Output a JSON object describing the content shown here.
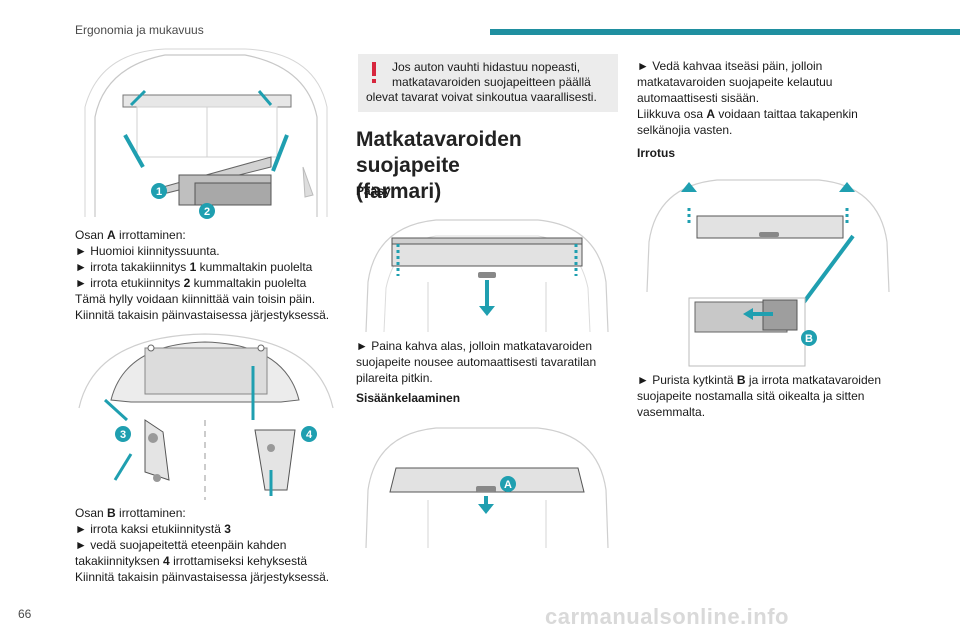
{
  "header": {
    "title": "Ergonomia ja mukavuus"
  },
  "page_number": "66",
  "watermark": "carmanualsonline.info",
  "left": {
    "p1": {
      "line1_pre": "Osan ",
      "line1_bold": "A",
      "line1_post": " irrottaminen:",
      "line2": "► Huomioi kiinnityssuunta.",
      "line3_pre": "► irrota takakiinnitys ",
      "line3_bold": "1",
      "line3_post": " kummaltakin puolelta",
      "line4_pre": "► irrota etukiinnitys ",
      "line4_bold": "2",
      "line4_post": " kummaltakin puolelta",
      "line5": "Tämä hylly voidaan kiinnittää vain toisin päin.",
      "line6": "Kiinnitä takaisin päinvastaisessa järjestyksessä."
    },
    "p2": {
      "line1_pre": "Osan ",
      "line1_bold": "B",
      "line1_post": " irrottaminen:",
      "line2_pre": "► irrota kaksi etukiinnitystä ",
      "line2_bold": "3",
      "line3": "► vedä suojapeitettä eteenpäin kahden",
      "line4_pre": "takakiinnityksen ",
      "line4_bold": "4",
      "line4_post": " irrottamiseksi kehyksestä",
      "line5": "Kiinnitä takaisin päinvastaisessa järjestyksessä."
    },
    "fig1_callouts": [
      "1",
      "2"
    ],
    "fig2_callouts": [
      "3",
      "4"
    ]
  },
  "middle": {
    "warning": {
      "line1": "Jos auton vauhti hidastuu nopeasti,",
      "line2": "matkatavaroiden suojapeitteen päällä",
      "line3": "olevat tavarat voivat sinkoutua vaarallisesti."
    },
    "section_title_1": "Matkatavaroiden suojapeite",
    "section_title_2": "(farmari)",
    "sub1": "Pääsy",
    "p1": {
      "line1": "► Paina kahva alas, jolloin matkatavaroiden",
      "line2": "suojapeite nousee automaattisesti tavaratilan",
      "line3": "pilareita pitkin."
    },
    "sub2": "Sisäänkelaaminen",
    "fig4_callout": "A"
  },
  "right": {
    "p1": {
      "line1": "► Vedä kahvaa itseäsi päin, jolloin",
      "line2": "matkatavaroiden suojapeite kelautuu",
      "line3": "automaattisesti sisään.",
      "line4_pre": "Liikkuva osa ",
      "line4_bold": "A",
      "line4_post": " voidaan taittaa takapenkin",
      "line5": "selkänojia vasten."
    },
    "sub1": "Irrotus",
    "p2": {
      "line1_pre": "► Purista kytkintä ",
      "line1_bold": "B",
      "line1_post": " ja irrota matkatavaroiden",
      "line2": "suojapeite nostamalla sitä oikealta ja sitten",
      "line3": "vasemmalta."
    },
    "fig5_callout": "B"
  },
  "colors": {
    "accent": "#1f8fa0",
    "warning": "#d7263d",
    "callout": "#1f9fb0"
  }
}
